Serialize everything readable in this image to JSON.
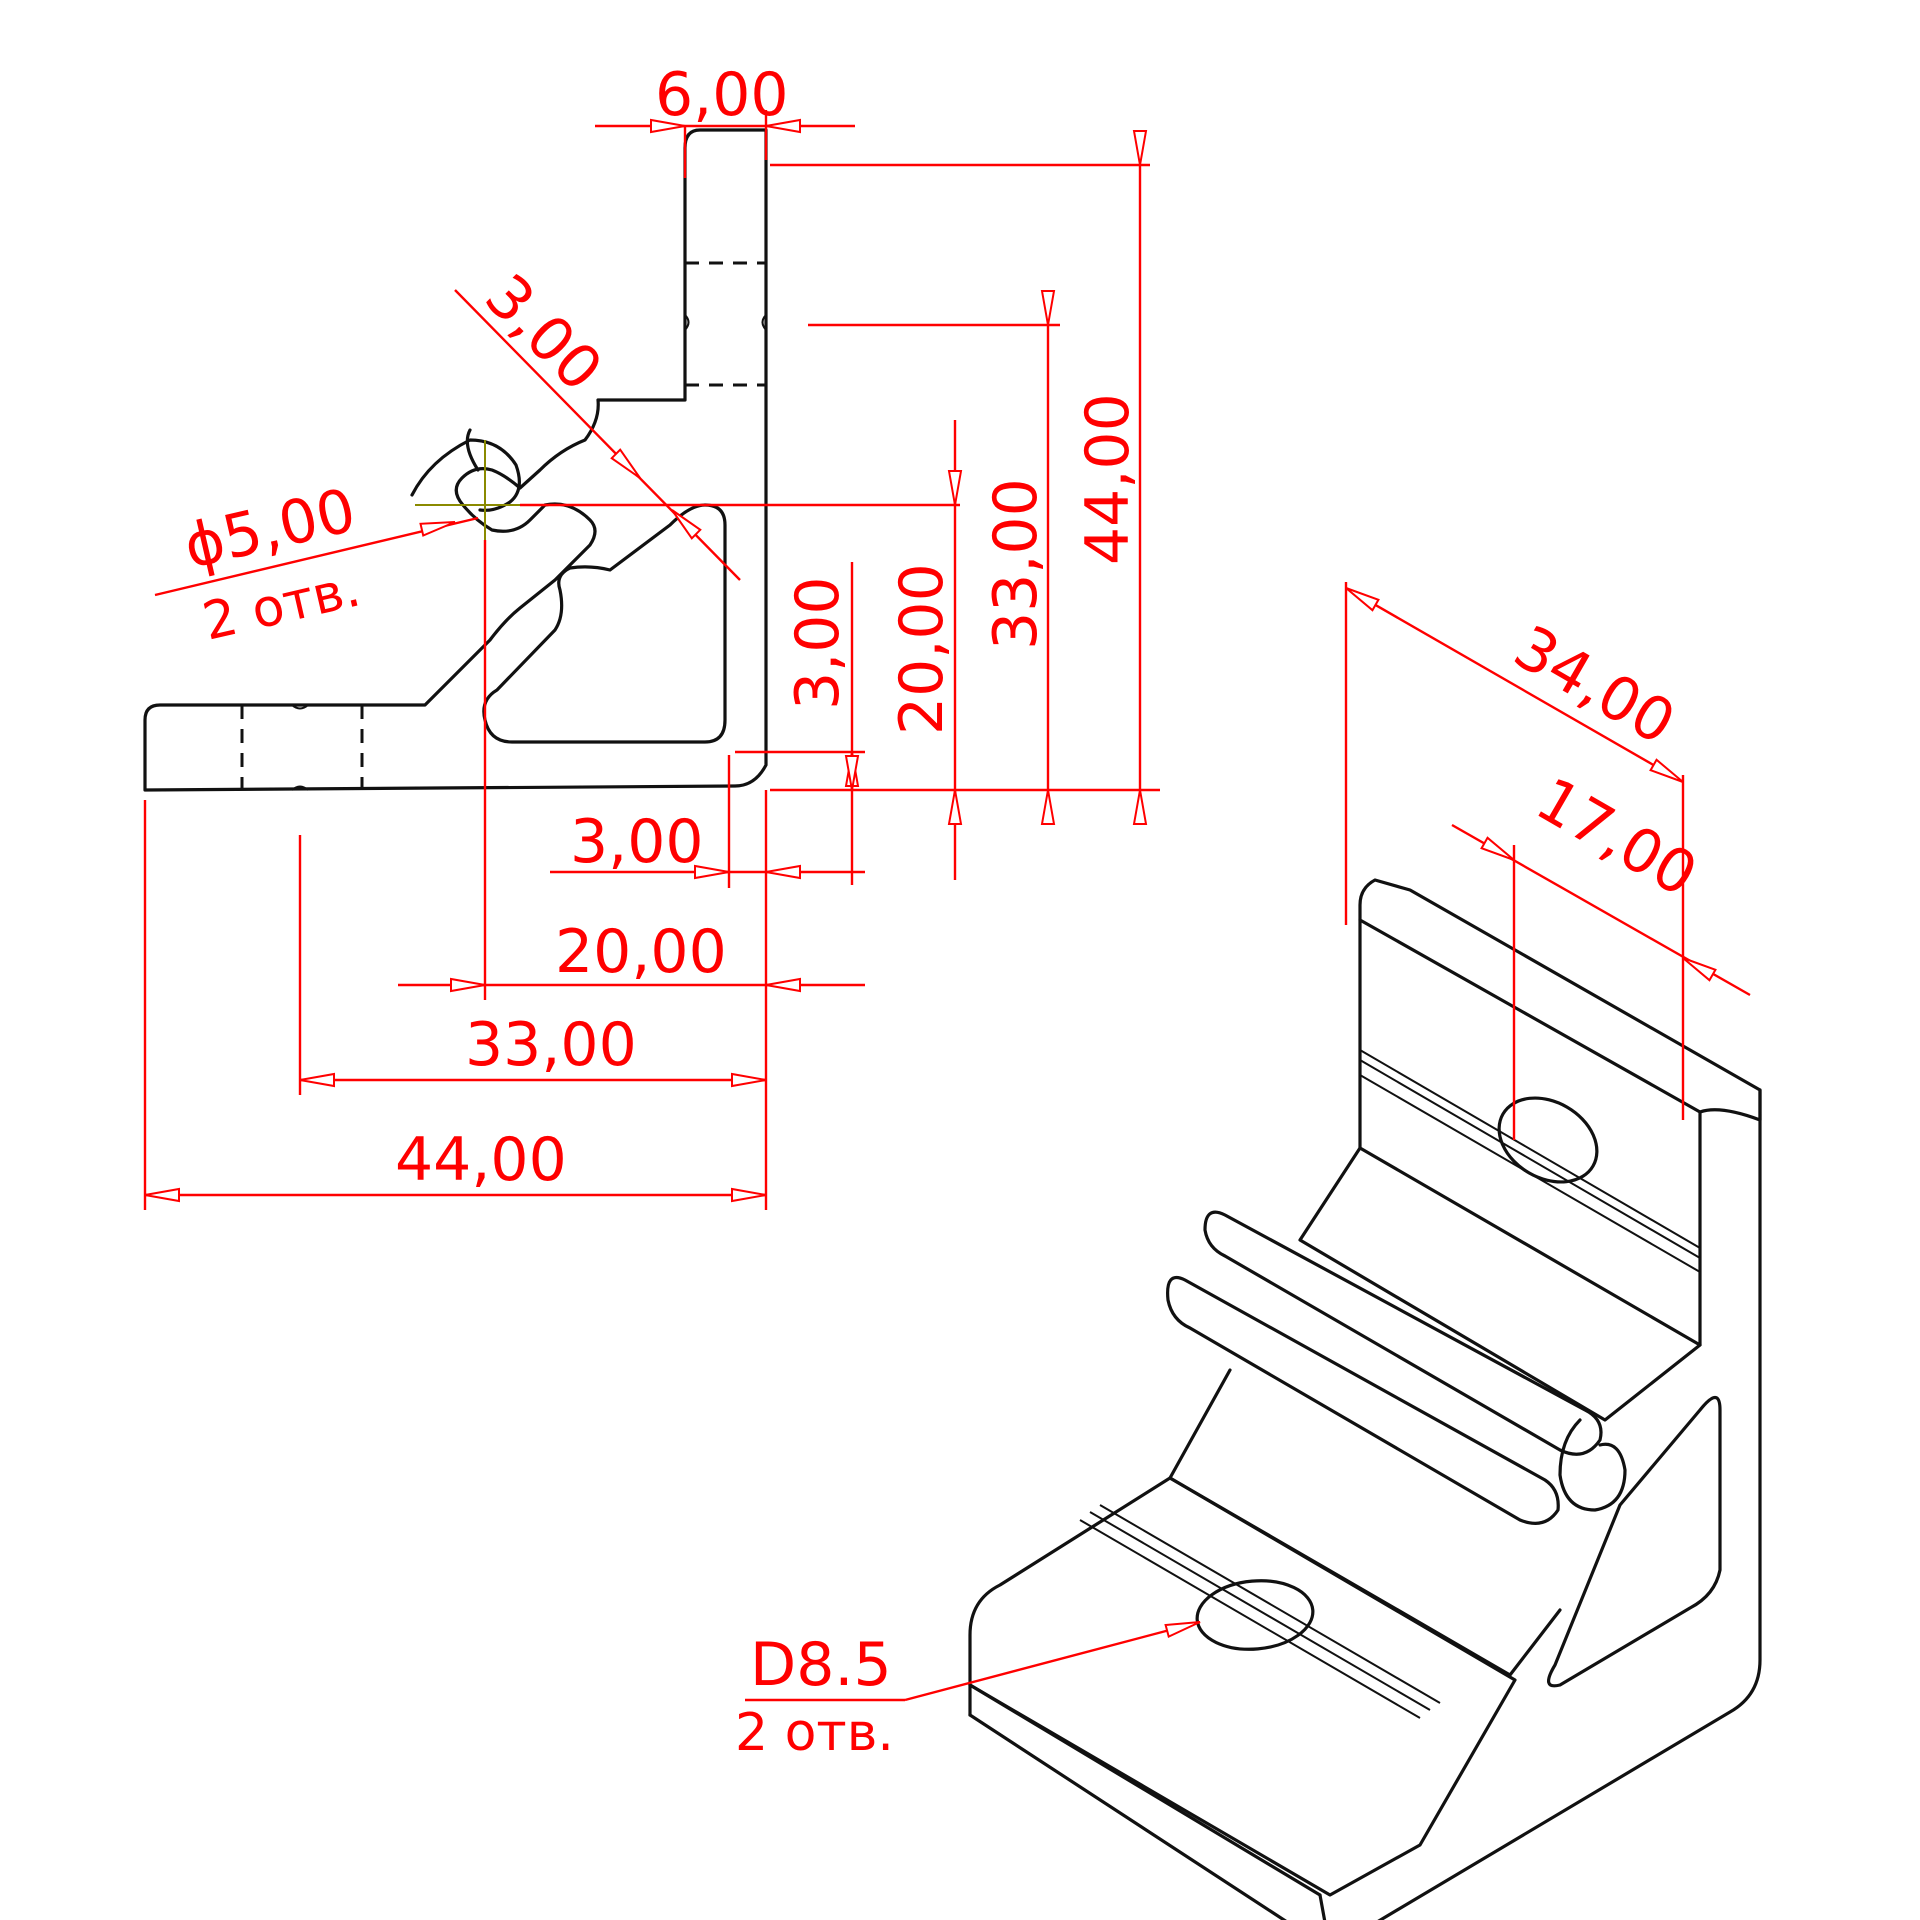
{
  "colors": {
    "dimension": "#ff0000",
    "part": "#111111",
    "centerline": "#8a8a00",
    "background": "#ffffff"
  },
  "front_view": {
    "dims": {
      "top_width": "6,00",
      "fillet_radius": "3,00",
      "hole_diameter": "ϕ5,00",
      "hole_count": "2 отв.",
      "height_overall": "44,00",
      "height_33": "33,00",
      "height_20": "20,00",
      "height_3": "3,00",
      "width_3": "3,00",
      "width_20": "20,00",
      "width_33": "33,00",
      "width_overall": "44,00"
    }
  },
  "iso_view": {
    "dims": {
      "length_overall": "34,00",
      "hole_position": "17,00",
      "hole_diameter": "D8.5",
      "hole_count": "2 отв."
    }
  }
}
